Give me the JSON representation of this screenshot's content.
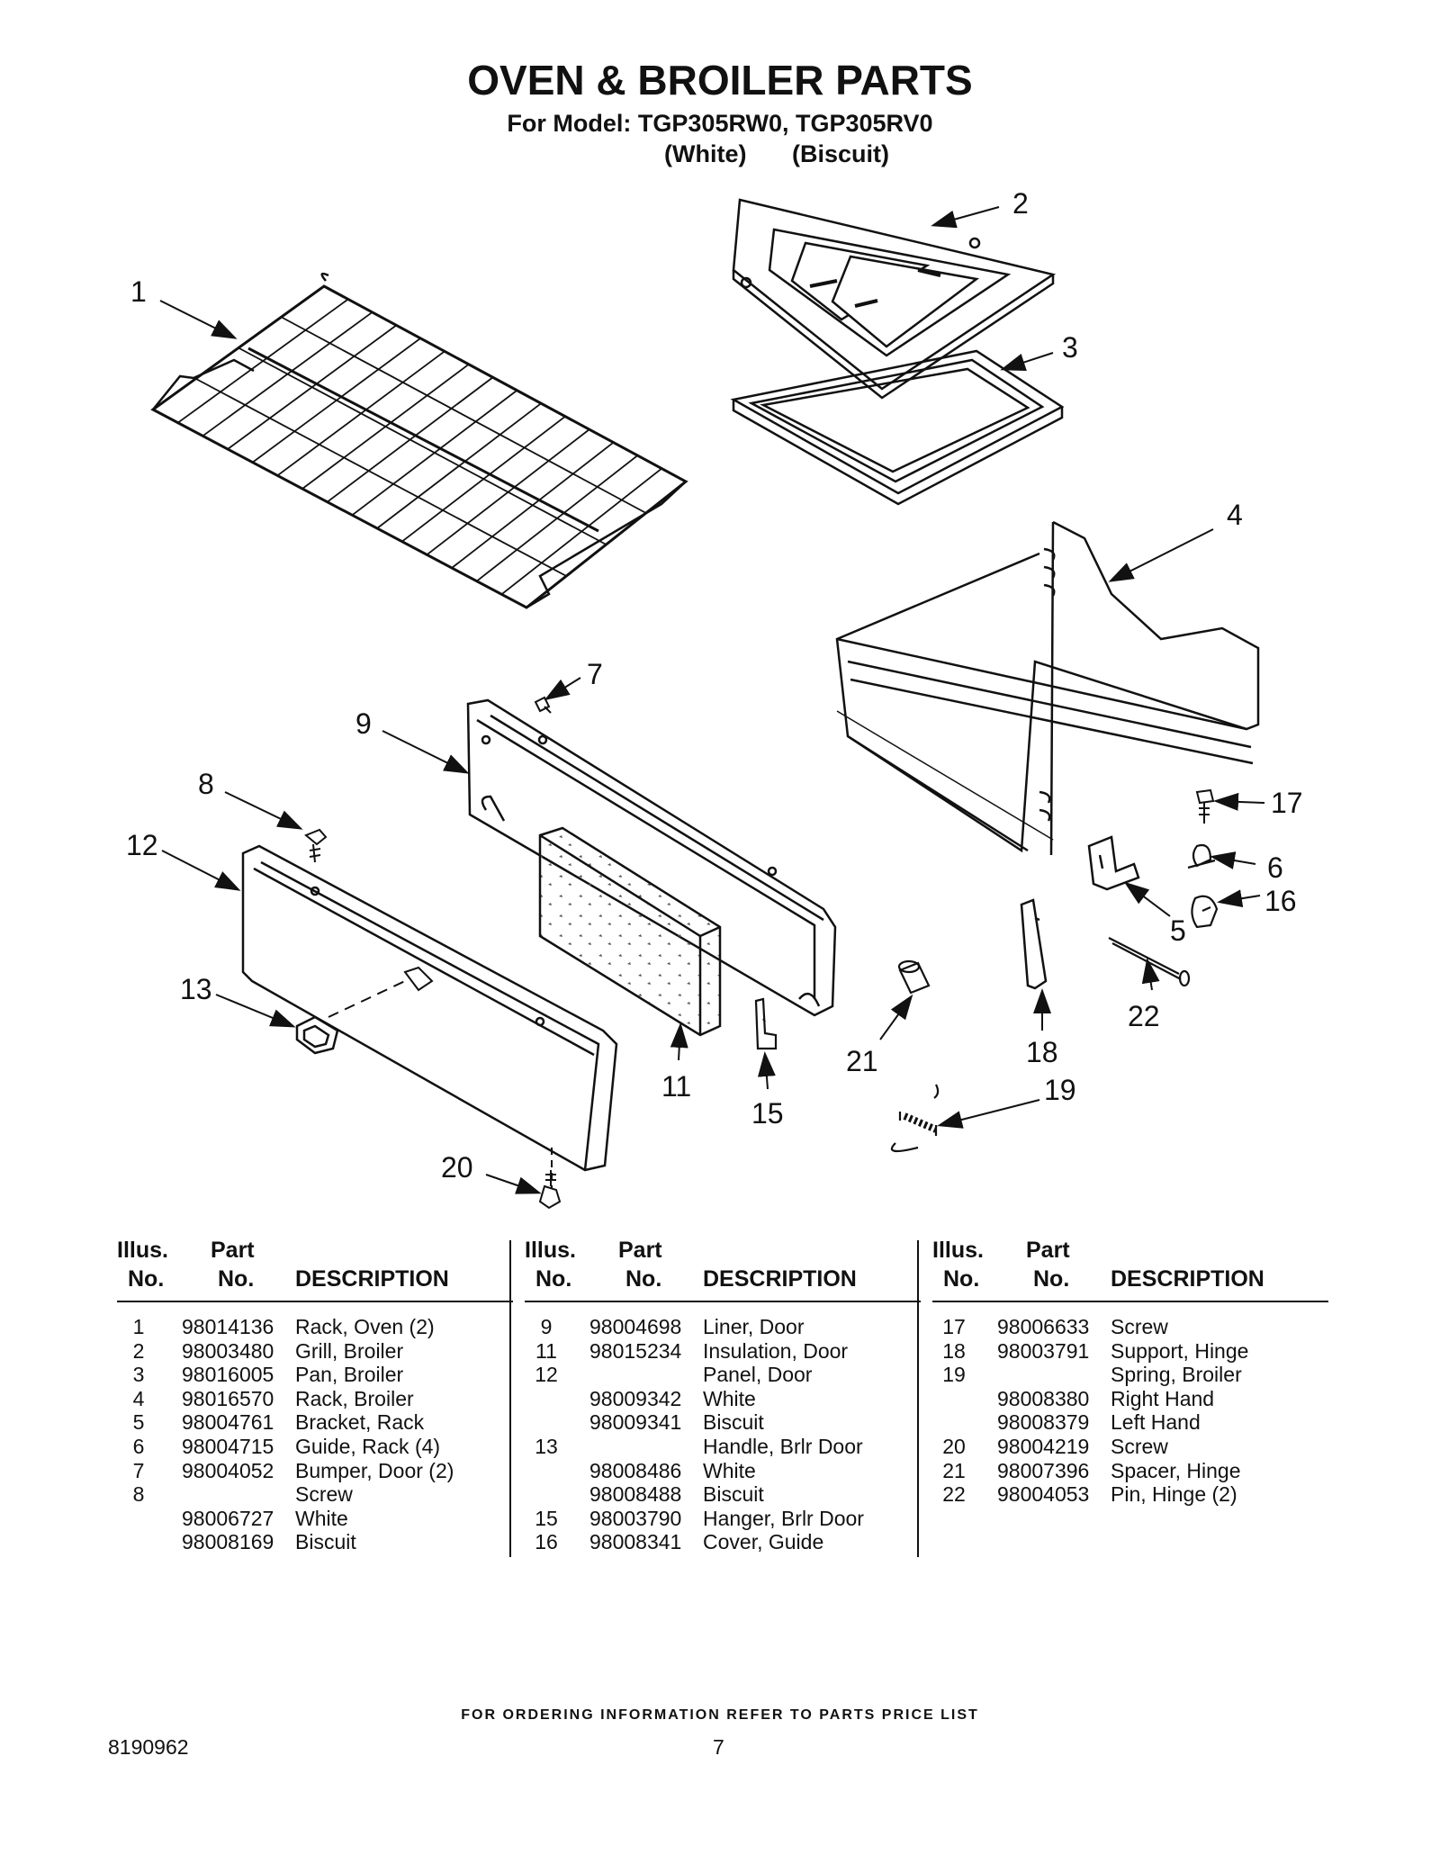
{
  "title": "OVEN & BROILER PARTS",
  "subtitle": "For Model: TGP305RW0, TGP305RV0",
  "color_variants": [
    "(White)",
    "(Biscuit)"
  ],
  "callouts": [
    "1",
    "2",
    "3",
    "4",
    "5",
    "6",
    "7",
    "8",
    "9",
    "11",
    "12",
    "13",
    "15",
    "16",
    "17",
    "18",
    "19",
    "20",
    "21",
    "22"
  ],
  "table_headers": {
    "illus_top": "Illus.",
    "illus_bottom": "No.",
    "part_top": "Part",
    "part_bottom": "No.",
    "description": "DESCRIPTION"
  },
  "columns": [
    {
      "rows": [
        {
          "no": "1",
          "part": "98014136",
          "desc": "Rack, Oven (2)"
        },
        {
          "no": "2",
          "part": "98003480",
          "desc": "Grill, Broiler"
        },
        {
          "no": "3",
          "part": "98016005",
          "desc": "Pan, Broiler"
        },
        {
          "no": "4",
          "part": "98016570",
          "desc": "Rack, Broiler"
        },
        {
          "no": "5",
          "part": "98004761",
          "desc": "Bracket, Rack"
        },
        {
          "no": "6",
          "part": "98004715",
          "desc": "Guide, Rack (4)"
        },
        {
          "no": "7",
          "part": "98004052",
          "desc": "Bumper, Door (2)"
        },
        {
          "no": "8",
          "part": "",
          "desc": "Screw"
        },
        {
          "no": "",
          "part": "98006727",
          "desc": "White"
        },
        {
          "no": "",
          "part": "98008169",
          "desc": "Biscuit"
        }
      ]
    },
    {
      "rows": [
        {
          "no": "9",
          "part": "98004698",
          "desc": "Liner, Door"
        },
        {
          "no": "11",
          "part": "98015234",
          "desc": "Insulation, Door"
        },
        {
          "no": "12",
          "part": "",
          "desc": "Panel, Door"
        },
        {
          "no": "",
          "part": "98009342",
          "desc": "White"
        },
        {
          "no": "",
          "part": "98009341",
          "desc": "Biscuit"
        },
        {
          "no": "13",
          "part": "",
          "desc": "Handle, Brlr Door"
        },
        {
          "no": "",
          "part": "98008486",
          "desc": "White"
        },
        {
          "no": "",
          "part": "98008488",
          "desc": "Biscuit"
        },
        {
          "no": "15",
          "part": "98003790",
          "desc": "Hanger, Brlr Door"
        },
        {
          "no": "16",
          "part": "98008341",
          "desc": "Cover, Guide"
        }
      ]
    },
    {
      "rows": [
        {
          "no": "17",
          "part": "98006633",
          "desc": "Screw"
        },
        {
          "no": "18",
          "part": "98003791",
          "desc": "Support, Hinge"
        },
        {
          "no": "19",
          "part": "",
          "desc": "Spring, Broiler"
        },
        {
          "no": "",
          "part": "98008380",
          "desc": "Right Hand"
        },
        {
          "no": "",
          "part": "98008379",
          "desc": "Left Hand"
        },
        {
          "no": "20",
          "part": "98004219",
          "desc": "Screw"
        },
        {
          "no": "21",
          "part": "98007396",
          "desc": "Spacer, Hinge"
        },
        {
          "no": "22",
          "part": "98004053",
          "desc": "Pin, Hinge (2)"
        }
      ]
    }
  ],
  "footer_note": "FOR ORDERING INFORMATION REFER TO PARTS PRICE LIST",
  "document_number": "8190962",
  "page_number": "7"
}
